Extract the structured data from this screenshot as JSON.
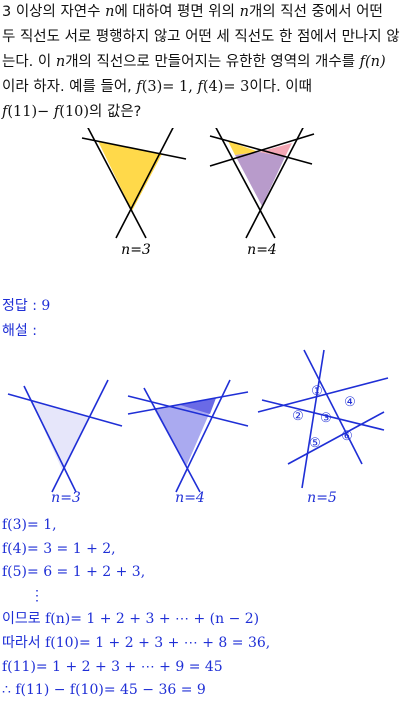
{
  "problem": {
    "lines": [
      [
        "3 이상의 자연수 ",
        {
          "m": "n"
        },
        "에 대하여 평면 위의 ",
        {
          "m": "n"
        },
        "개의 직선 중에서 어떤"
      ],
      [
        "두 직선도 서로 평행하지 않고 어떤 세 직선도 한 점에서 만나지 않"
      ],
      [
        "는다. 이 ",
        {
          "m": "n"
        },
        "개의 직선으로 만들어지는 유한한 영역의 개수를 ",
        {
          "m": "f(n)"
        }
      ],
      [
        "이라 하자. 예를 들어, ",
        {
          "m": "f"
        },
        {
          "r": "(3)= 1,  "
        },
        {
          "m": "f"
        },
        {
          "r": "(4)= 3"
        },
        "이다. 이때"
      ],
      [
        {
          "m": "f"
        },
        {
          "r": "(11)− "
        },
        {
          "m": "f"
        },
        {
          "r": "(10)"
        },
        "의 값은?"
      ]
    ],
    "figure_labels": {
      "n3": "n=3",
      "n4": "n=4"
    }
  },
  "answer": {
    "label": "정답 :",
    "value": "9"
  },
  "explanation": {
    "label": "해설 :",
    "figure_labels": {
      "n3": "n=3",
      "n4": "n=4",
      "n5": "n=5"
    },
    "star_numbers": [
      "①",
      "②",
      "③",
      "④",
      "⑤",
      "⑥"
    ],
    "lines": [
      "f(3)= 1,",
      "f(4)= 3 = 1 + 2,",
      "f(5)= 6 = 1 + 2 + 3,",
      "⋮",
      "이므로 f(n)= 1 + 2 + 3 +  ⋯  + (n − 2)",
      "따라서 f(10)= 1 + 2 + 3 +  ⋯  + 8 = 36,",
      "f(11)= 1 + 2 + 3 +  ⋯  + 9 = 45",
      "∴ f(11) − f(10)= 45 − 36 = 9"
    ]
  },
  "colors": {
    "yellow_fill": "#ffd94a",
    "pink_fill": "#f4a7b5",
    "purple_fill": "#b89bcb",
    "blue": "#1f2fd6",
    "light_blue_fill": "#e6e6fa",
    "mid_blue_fill": "#aaaaf0",
    "dark_blue_fill": "#6a6ae6"
  }
}
